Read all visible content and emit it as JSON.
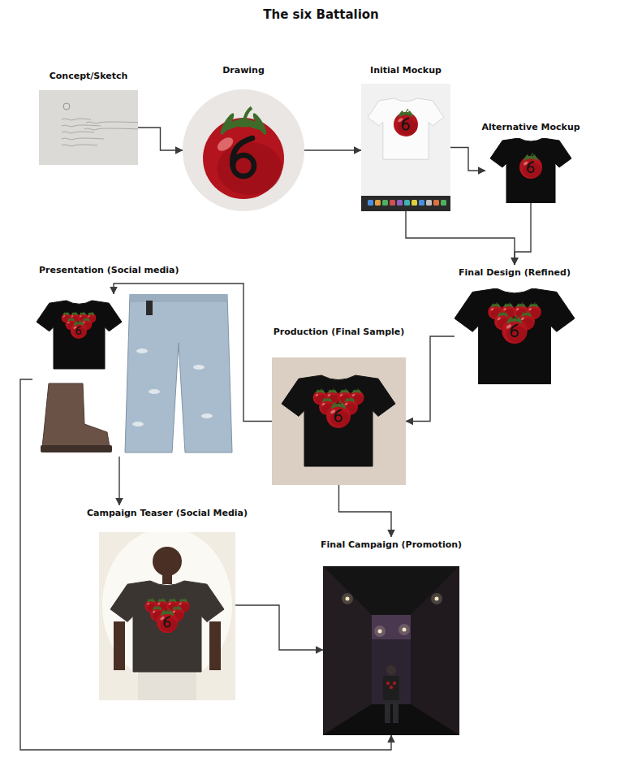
{
  "diagram": {
    "title": "The six Battalion",
    "nodes": [
      {
        "text": [
          "Concept/Sketch"
        ]
      },
      {
        "text": [
          "Drawing"
        ]
      },
      {
        "text": [
          "Initial Mockup"
        ]
      },
      {
        "text": [
          "Alternative Mockup"
        ]
      },
      {
        "text": [
          "Presentation (Social media)"
        ]
      },
      {
        "text": [
          "Final Design (Refined)"
        ]
      },
      {
        "text": [
          "Production (Final Sample)"
        ]
      },
      {
        "text": [
          "Campaign Teaser (Social Media)"
        ]
      },
      {
        "text": [
          "Final Campaign (Promotion)"
        ]
      }
    ],
    "edges": [
      {
        "from": 0,
        "to": 1,
        "arrow": "to"
      },
      {
        "from": 1,
        "to": 2,
        "arrow": "to"
      },
      {
        "from": 2,
        "to": 3,
        "arrow": "to"
      },
      {
        "from": 2,
        "to": 5,
        "arrow": "to"
      },
      {
        "from": 3,
        "to": 5,
        "arrow": "to"
      },
      {
        "from": 5,
        "to": 6,
        "arrow": "to"
      },
      {
        "from": 6,
        "to": 4,
        "arrow": "to"
      },
      {
        "from": 4,
        "to": 7,
        "arrow": "to"
      },
      {
        "from": 6,
        "to": 8,
        "arrow": "to"
      },
      {
        "from": 7,
        "to": 8,
        "arrow": "to"
      },
      {
        "from": 4,
        "to": 8,
        "arrow": "to"
      }
    ]
  }
}
